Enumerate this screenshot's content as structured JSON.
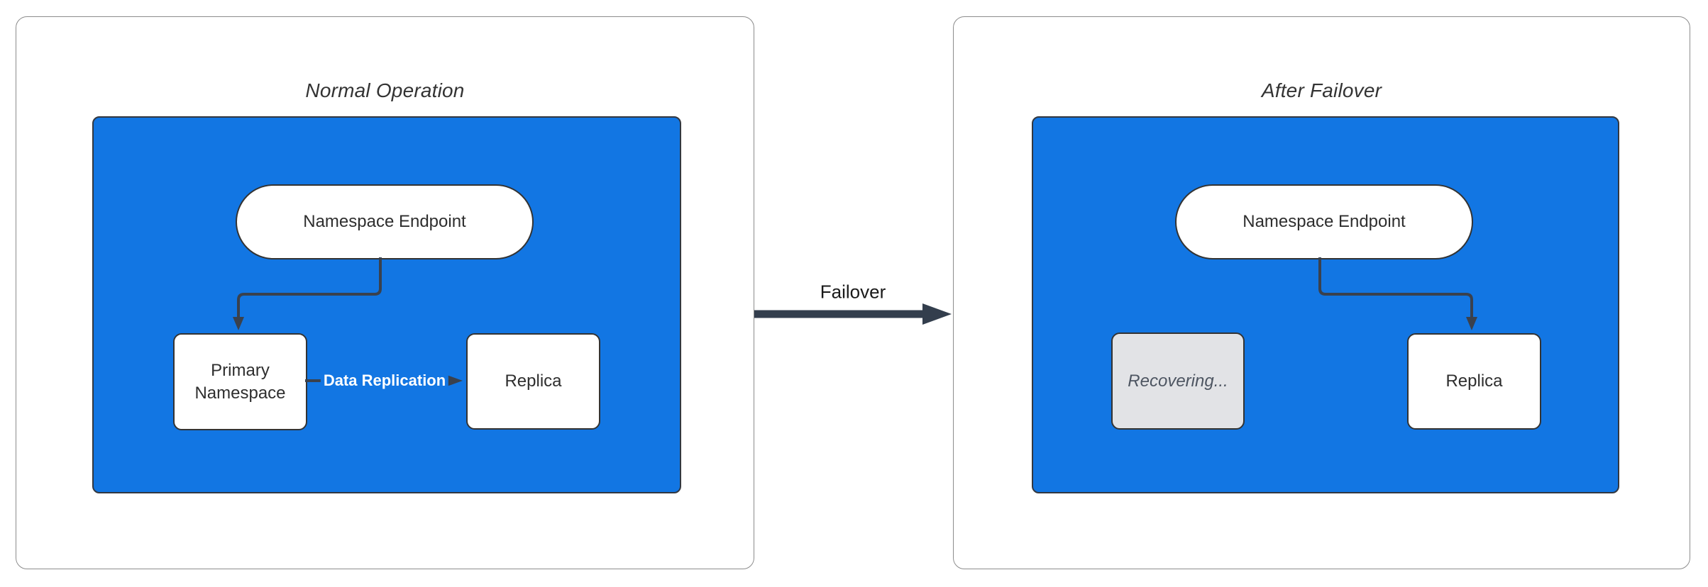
{
  "panels": [
    {
      "title": "Normal Operation",
      "nodes": {
        "endpoint": "Namespace Endpoint",
        "primary": "Primary Namespace",
        "replica": "Replica"
      },
      "edge_label": "Data Replication"
    },
    {
      "title": "After Failover",
      "nodes": {
        "endpoint": "Namespace Endpoint",
        "recovering": "Recovering...",
        "replica": "Replica"
      }
    }
  ],
  "failover": {
    "label": "Failover"
  },
  "colors": {
    "container_fill": "#1276e3",
    "container_border": "#333840",
    "node_fill": "#ffffff",
    "node_border": "#333333",
    "node_text": "#2e2e2e",
    "recovering_fill": "#e2e3e6",
    "recovering_text": "#4d5561",
    "edge_color": "#3a414d",
    "edge_label_text": "#ffffff",
    "failover_color": "#333e4d",
    "failover_text": "#1a1a1a",
    "panel_border": "#8c8c8c",
    "title_color": "#333333"
  }
}
